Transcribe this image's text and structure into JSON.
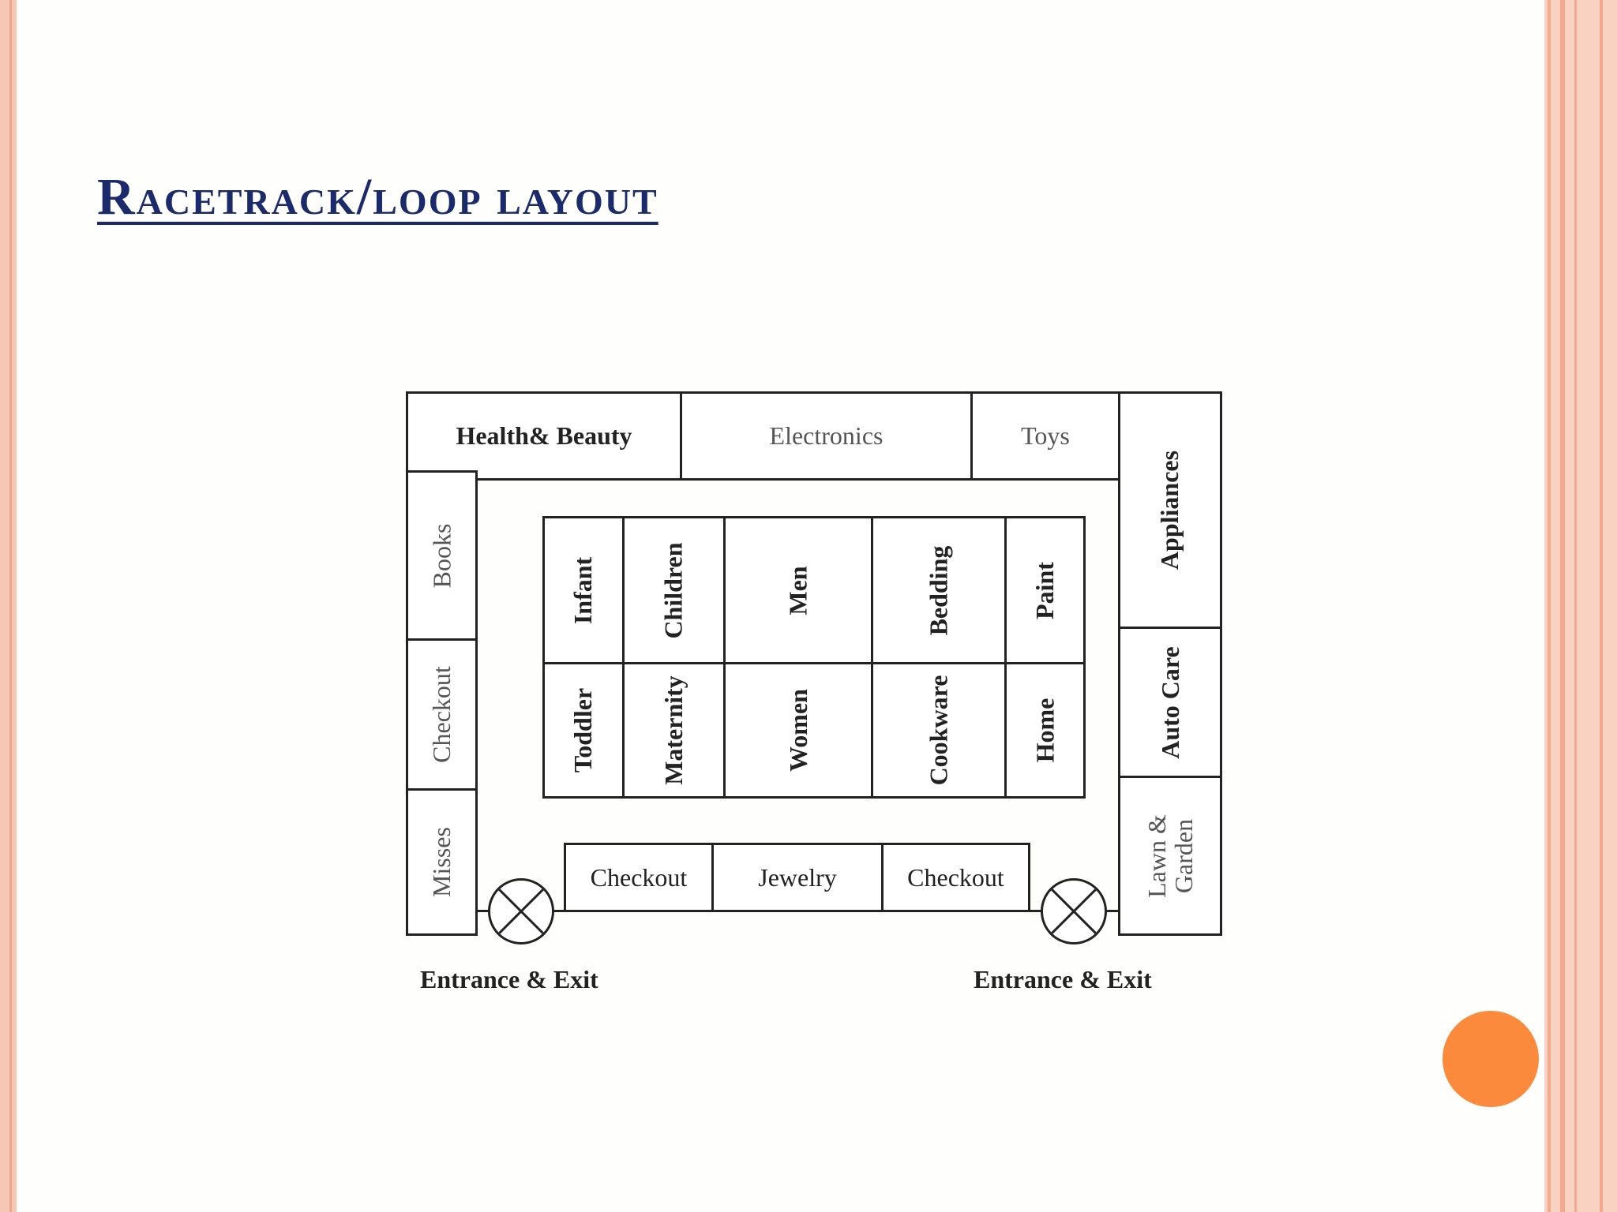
{
  "slide": {
    "title": "Racetrack/loop layout",
    "accent_color": "#1b2a6b",
    "dot_color": "#fb8a3c"
  },
  "store_layout": {
    "top_row": [
      "Health& Beauty",
      "Electronics",
      "Toys"
    ],
    "left_column": [
      "Books",
      "Checkout",
      "Misses"
    ],
    "right_column": [
      "Appliances",
      "Auto Care",
      "Lawn & Garden"
    ],
    "center_top": [
      "Infant",
      "Children",
      "Men",
      "Bedding",
      "Paint"
    ],
    "center_bottom": [
      "Toddler",
      "Maternity",
      "Women",
      "Cookware",
      "Home"
    ],
    "front_row": [
      "Checkout",
      "Jewelry",
      "Checkout"
    ],
    "entrances": [
      "Entrance & Exit",
      "Entrance & Exit"
    ]
  }
}
